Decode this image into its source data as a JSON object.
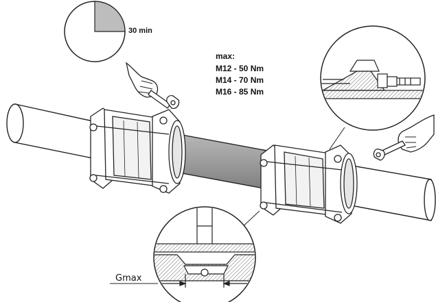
{
  "timer": {
    "label": "30 min",
    "elapsed_fraction": 0.25
  },
  "torque": {
    "header": "max:",
    "rows": [
      "M12 - 50 Nm",
      "M14 - 70 Nm",
      "M16 - 85 Nm"
    ]
  },
  "gap": {
    "label": "Gmax"
  }
}
